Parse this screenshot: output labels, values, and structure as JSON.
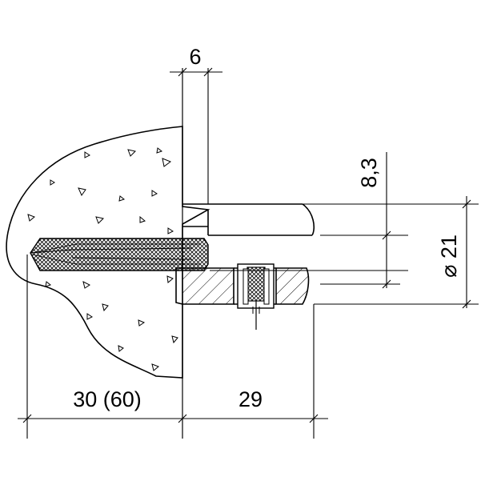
{
  "dimensions": {
    "top_width": "6",
    "slot_height": "8,3",
    "diameter": "⌀ 21",
    "embed_depth": "30 (60)",
    "projection": "29"
  },
  "colors": {
    "line": "#000000",
    "background": "#ffffff"
  }
}
